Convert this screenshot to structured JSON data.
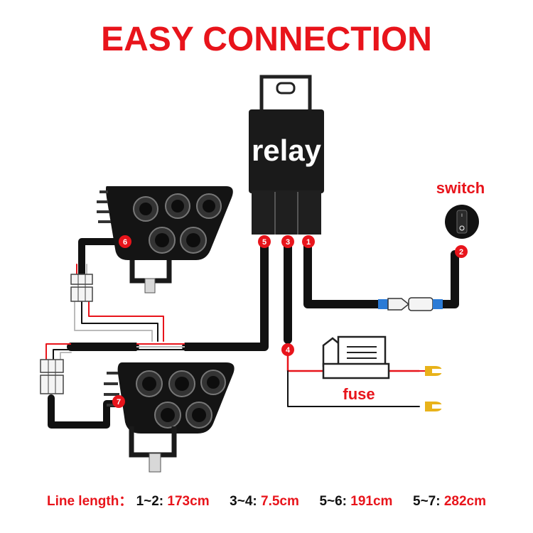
{
  "title": "EASY CONNECTION",
  "relay_label": "relay",
  "switch_label": "switch",
  "fuse_label": "fuse",
  "markers": [
    "1",
    "2",
    "3",
    "4",
    "5",
    "6",
    "7"
  ],
  "footer": {
    "label": "Line length：",
    "items": [
      {
        "key": "1~2:",
        "value": "173cm"
      },
      {
        "key": "3~4:",
        "value": "7.5cm"
      },
      {
        "key": "5~6:",
        "value": "191cm"
      },
      {
        "key": "5~7:",
        "value": "282cm"
      }
    ]
  },
  "colors": {
    "accent": "#e8141b",
    "wire": "#111111",
    "relay": "#1a1a1a"
  }
}
